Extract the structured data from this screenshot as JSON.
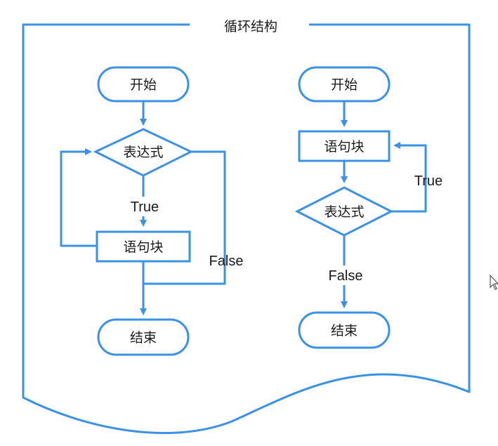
{
  "title": "循环结构",
  "accent_color": "#3a91e6",
  "left_flow": {
    "start": "开始",
    "condition": "表达式",
    "body": "语句块",
    "end": "结束",
    "true_label": "True",
    "false_label": "False"
  },
  "right_flow": {
    "start": "开始",
    "body": "语句块",
    "condition": "表达式",
    "end": "结束",
    "true_label": "True",
    "false_label": "False"
  },
  "cursor_icon": "mouse-pointer-icon"
}
